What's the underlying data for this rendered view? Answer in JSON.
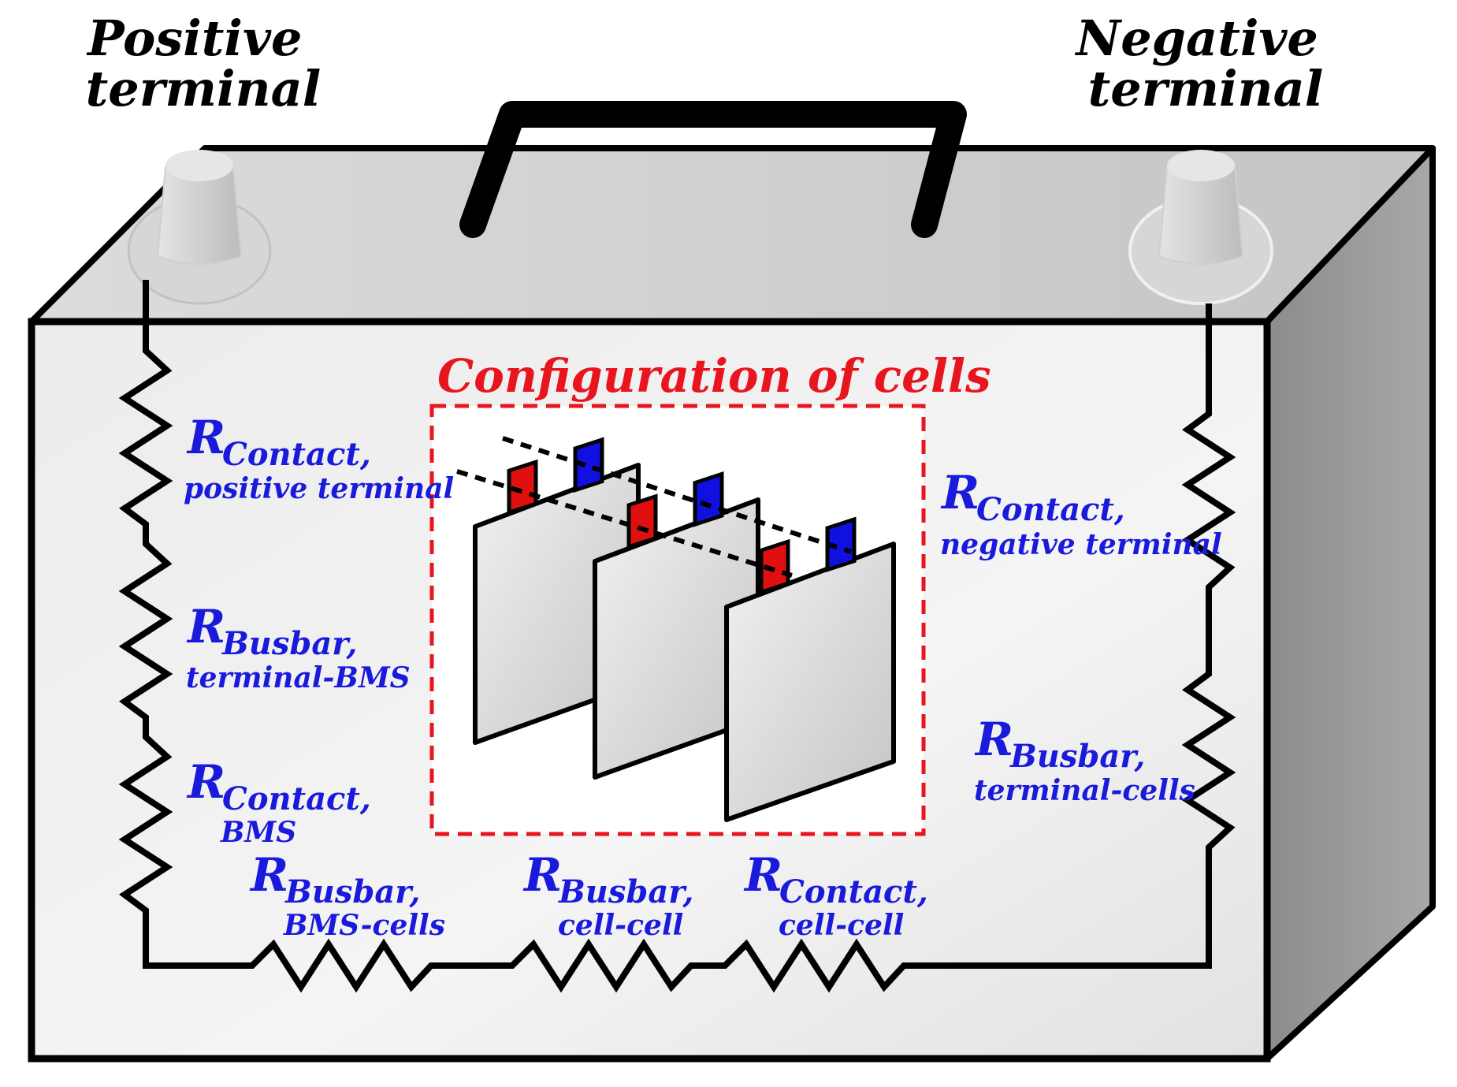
{
  "terminals": {
    "positive": {
      "line1": "Positive",
      "line2": "terminal"
    },
    "negative": {
      "line1": "Negative",
      "line2": "terminal"
    }
  },
  "config": {
    "title": "Configuration of  cells"
  },
  "resistors": {
    "contact_positive": {
      "symbol": "R",
      "sub": "Contact,",
      "desc": "positive terminal"
    },
    "busbar_terminal_bms": {
      "symbol": "R",
      "sub": "Busbar,",
      "desc": "terminal-BMS"
    },
    "contact_bms": {
      "symbol": "R",
      "sub": "Contact,",
      "desc": "BMS"
    },
    "busbar_bms_cells": {
      "symbol": "R",
      "sub": "Busbar,",
      "desc": "BMS-cells"
    },
    "busbar_cell_cell": {
      "symbol": "R",
      "sub": "Busbar,",
      "desc": "cell-cell"
    },
    "contact_cell_cell": {
      "symbol": "R",
      "sub": "Contact,",
      "desc": "cell-cell"
    },
    "contact_negative": {
      "symbol": "R",
      "sub": "Contact,",
      "desc": "negative terminal"
    },
    "busbar_terminal_cells": {
      "symbol": "R",
      "sub": "Busbar,",
      "desc": "terminal-cells"
    }
  },
  "colors": {
    "label_blue": "#1a1adc",
    "config_red": "#e8141e",
    "cell_positive_tab": "#e01010",
    "cell_negative_tab": "#1010e0",
    "outline": "#000000"
  }
}
